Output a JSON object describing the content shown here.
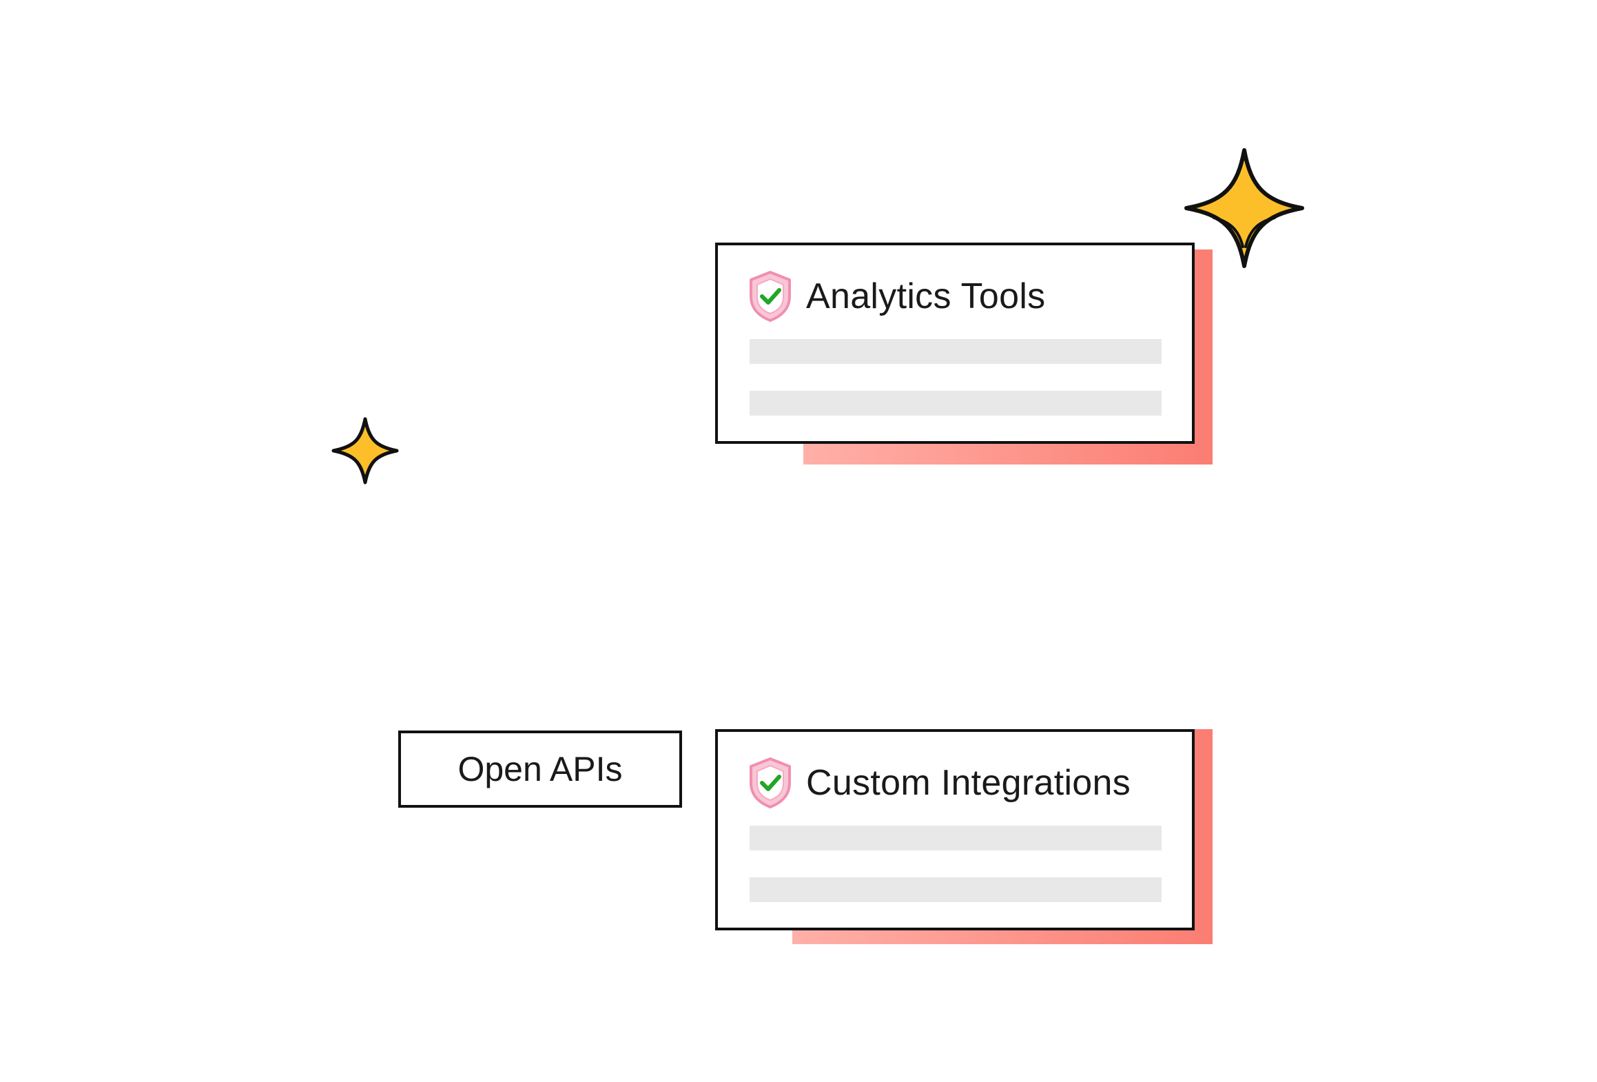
{
  "cards": [
    {
      "title": "Analytics Tools",
      "icon": "shield-check-icon"
    },
    {
      "title": "Custom Integrations",
      "icon": "shield-check-icon"
    }
  ],
  "api_box": {
    "label": "Open APIs"
  },
  "colors": {
    "shadow_light": "#ffb0a8",
    "shadow_dark": "#fb7d72",
    "sparkle_fill": "#fcbf2a",
    "shield_fill": "#f9c6d6",
    "shield_stroke": "#f08fb0",
    "check": "#23a526",
    "bar": "#e8e8e8",
    "border": "#111111"
  }
}
